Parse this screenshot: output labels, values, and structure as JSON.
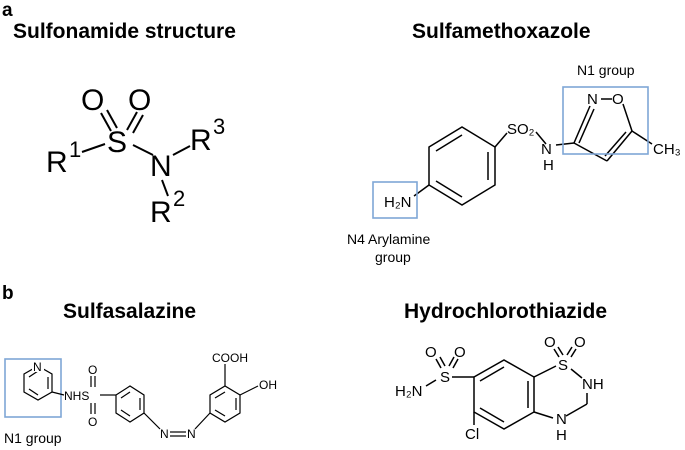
{
  "panel_a": "a",
  "panel_b": "b",
  "sulfonamide": {
    "title": "Sulfonamide structure",
    "o_left": "O",
    "o_right": "O",
    "s": "S",
    "n": "N",
    "r1": "R",
    "r1_sup": "1",
    "r2": "R",
    "r2_sup": "2",
    "r3": "R",
    "r3_sup": "3"
  },
  "sulfamethoxazole": {
    "title": "Sulfamethoxazole",
    "n1_label": "N1 group",
    "n4_label_line1": "N4 Arylamine",
    "n4_label_line2": "group",
    "h2n": "H₂N",
    "so2": "SO₂",
    "n": "N",
    "h": "H",
    "ring_n": "N",
    "ring_o": "O",
    "ch3": "CH₃",
    "highlight_color": "#7fa6d6"
  },
  "sulfasalazine": {
    "title": "Sulfasalazine",
    "n1_label": "N1 group",
    "pyr_n": "N",
    "nhs": "NHS",
    "o_top": "O",
    "o_bottom": "O",
    "n_a": "N",
    "n_b": "N",
    "cooh": "COOH",
    "oh": "OH"
  },
  "hydrochlorothiazide": {
    "title": "Hydrochlorothiazide",
    "h2n": "H₂N",
    "s_left": "S",
    "s_ring": "S",
    "o1": "O",
    "o2": "O",
    "o3": "O",
    "o4": "O",
    "nh_top": "NH",
    "nh_bottom": "N",
    "h_bottom": "H",
    "cl": "Cl"
  }
}
